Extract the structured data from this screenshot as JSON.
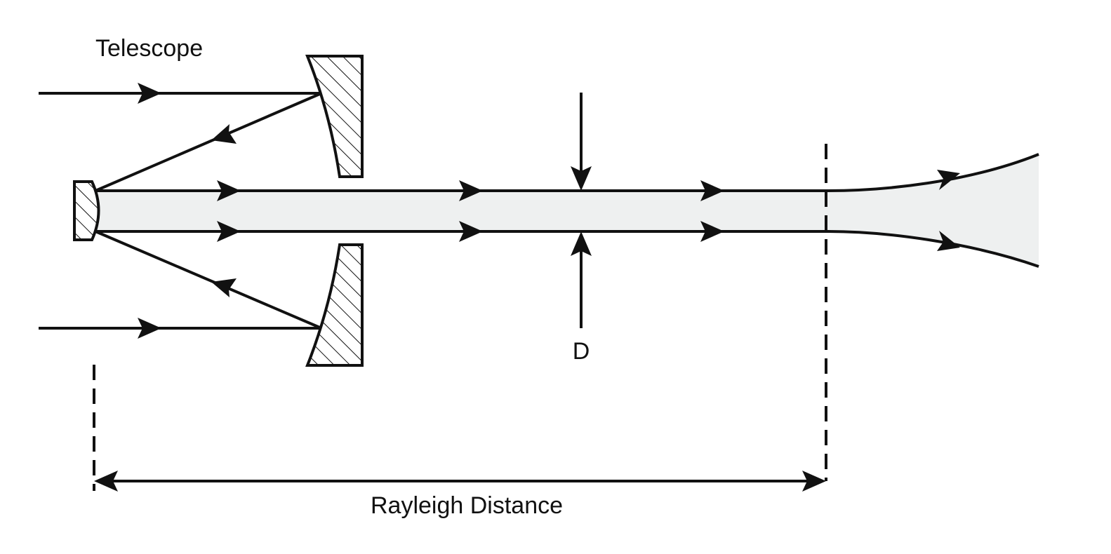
{
  "labels": {
    "telescope": "Telescope",
    "diameter": "D",
    "rayleigh_distance": "Rayleigh Distance"
  },
  "colors": {
    "line": "#111111",
    "beam_fill": "#eef0f0",
    "background": "#ffffff"
  }
}
